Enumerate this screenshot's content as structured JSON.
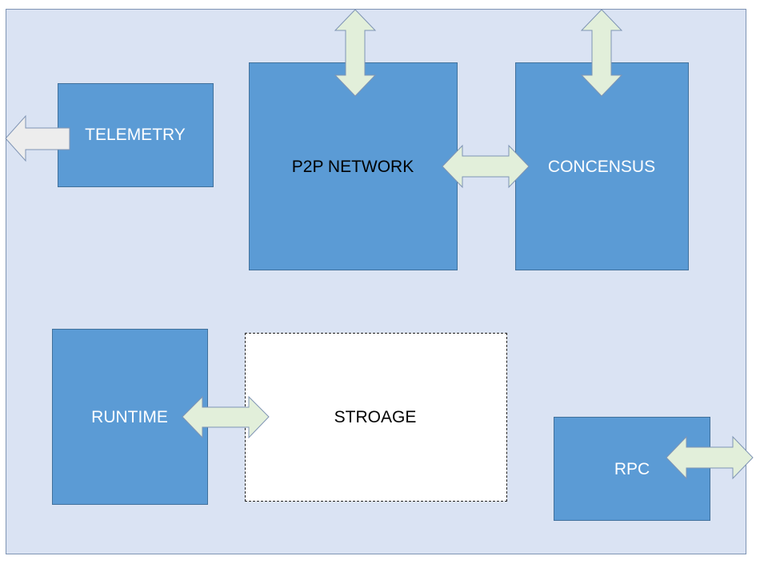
{
  "diagram": {
    "blocks": {
      "telemetry": "TELEMETRY",
      "p2p_network": "P2P NETWORK",
      "consensus": "CONCENSUS",
      "runtime": "RUNTIME",
      "storage": "STROAGE",
      "rpc": "RPC"
    },
    "colors": {
      "block_fill": "#5b9bd5",
      "background": "#dae3f3",
      "arrow_fill": "#e2efda",
      "telemetry_arrow_fill": "#ededed"
    }
  }
}
